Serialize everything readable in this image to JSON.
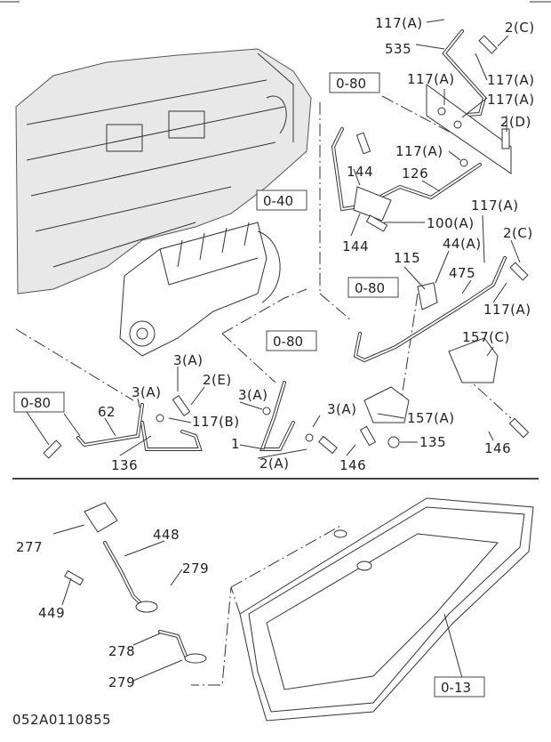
{
  "diagram_id": "052A0110855",
  "references": [
    "0-80",
    "0-40",
    "0-80",
    "0-80",
    "0-80",
    "0-13"
  ],
  "labels": {
    "l117a_1": "117(A)",
    "l2c_1": "2(C)",
    "l535": "535",
    "l117a_2": "117(A)",
    "l117a_3": "117(A)",
    "l117a_4": "117(A)",
    "l2d": "2(D)",
    "l117a_5": "117(A)",
    "l144_1": "144",
    "l126": "126",
    "l100a": "100(A)",
    "l144_2": "144",
    "l117a_6": "117(A)",
    "l2c_2": "2(C)",
    "l44a": "44(A)",
    "l115": "115",
    "l475": "475",
    "l117a_7": "117(A)",
    "l157c": "157(C)",
    "l3a_1": "3(A)",
    "l3a_2": "3(A)",
    "l2e": "2(E)",
    "l3a_3": "3(A)",
    "l117b": "117(B)",
    "l62": "62",
    "l136": "136",
    "l1": "1",
    "l2a": "2(A)",
    "l3a_4": "3(A)",
    "l157a": "157(A)",
    "l135": "135",
    "l146_1": "146",
    "l146_2": "146",
    "l277": "277",
    "l448": "448",
    "l279_1": "279",
    "l449": "449",
    "l278": "278",
    "l279_2": "279"
  }
}
